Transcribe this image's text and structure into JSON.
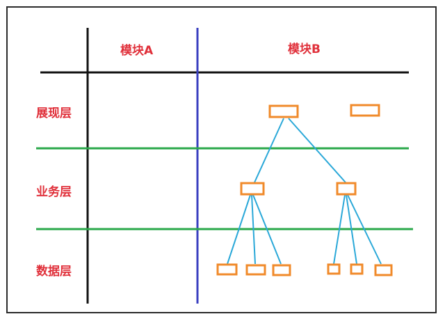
{
  "columns": {
    "a": "模块A",
    "b": "模块B"
  },
  "rows": {
    "presentation": "展现层",
    "business": "业务层",
    "data": "数据层"
  },
  "colors": {
    "header_lines": "#111111",
    "module_divider": "#3a3fc0",
    "layer_divider": "#2aa84a",
    "node_border": "#f08a2a",
    "connector": "#2aa8d8",
    "label": "#e0303a"
  }
}
